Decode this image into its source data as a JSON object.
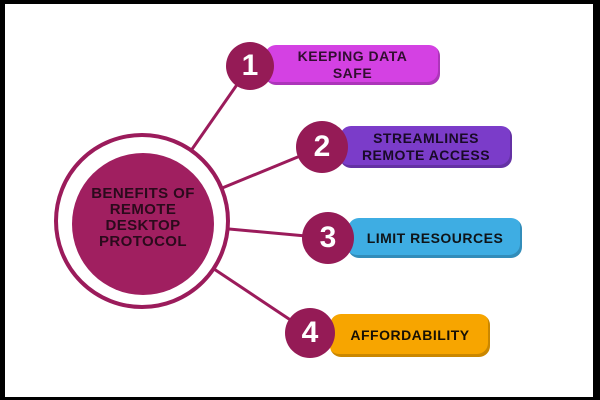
{
  "frame": {
    "background_color": "#ffffff",
    "border_color": "#000000"
  },
  "center": {
    "title": "BENEFITS OF\nREMOTE\nDESKTOP\nPROTOCOL",
    "fill_color": "#A01F60",
    "ring_color": "#9B1B5B",
    "text_color": "#2B0A1C"
  },
  "connector_color": "#9B1B5B",
  "badge_color": "#951B56",
  "badge_text_color": "#ffffff",
  "items": [
    {
      "number": "1",
      "label": "KEEPING DATA\nSAFE",
      "bar_color": "#D441E3",
      "label_color": "#320E30"
    },
    {
      "number": "2",
      "label": "STREAMLINES\nREMOTE ACCESS",
      "bar_color": "#7B3CC9",
      "label_color": "#190A28"
    },
    {
      "number": "3",
      "label": "LIMIT RESOURCES",
      "bar_color": "#3EADE3",
      "label_color": "#0F1418"
    },
    {
      "number": "4",
      "label": "AFFORDABILITY",
      "bar_color": "#F7A500",
      "label_color": "#171004"
    }
  ]
}
